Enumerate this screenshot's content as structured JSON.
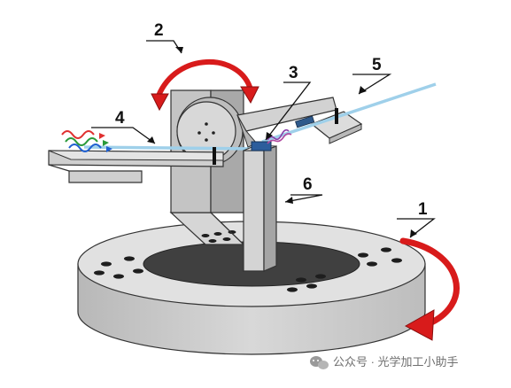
{
  "labels": {
    "l1": "1",
    "l2": "2",
    "l3": "3",
    "l4": "4",
    "l5": "5",
    "l6": "6"
  },
  "watermark": {
    "text": "公众号 · 光学加工小助手",
    "icon": "wechat-icon"
  },
  "colors": {
    "rotation_arrow": "#d81b1b",
    "beam": "#9fd0ea",
    "base": "#d5d5d5",
    "structure": "#c8c8c8"
  }
}
